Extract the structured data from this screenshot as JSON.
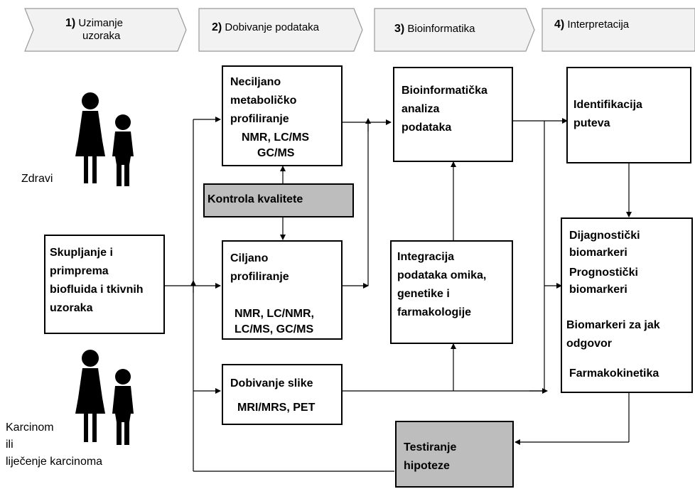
{
  "steps": [
    {
      "num": "1)",
      "label_line1": "Uzimanje",
      "label_line2": "uzoraka"
    },
    {
      "num": "2)",
      "label": "Dobivanje podataka"
    },
    {
      "num": "3)",
      "label": "Bioinformatika"
    },
    {
      "num": "4)",
      "label": "Interpretacija"
    }
  ],
  "boxes": {
    "collection": [
      "Skupljanje i",
      "primprema",
      "biofluida i tkivnih",
      "uzoraka"
    ],
    "untargeted": [
      "Neciljano",
      "metaboličko",
      "profiliranje"
    ],
    "untargeted_methods": [
      "NMR, LC/MS",
      "GC/MS"
    ],
    "quality": "Kontrola kvalitete",
    "targeted": [
      "Ciljano",
      "profiliranje"
    ],
    "targeted_methods": [
      "NMR, LC/NMR,",
      "LC/MS, GC/MS"
    ],
    "imaging": "Dobivanje slike",
    "imaging_methods": "MRI/MRS, PET",
    "bioinfo": [
      "Bioinformatička",
      "analiza",
      "podataka"
    ],
    "integration": [
      "Integracija",
      "podataka omika,",
      "genetike i",
      "farmakologije"
    ],
    "pathways": [
      "Identifikacija",
      "puteva"
    ],
    "biomarkers": [
      "Dijagnostički",
      "biomarkeri",
      "Prognostički",
      "biomarkeri"
    ],
    "response": [
      "Biomarkeri za jak",
      "odgovor"
    ],
    "pharmaco": "Farmakokinetika",
    "hypothesis": [
      "Testiranje",
      "hipoteze"
    ]
  },
  "groups": {
    "healthy": "Zdravi",
    "cancer": [
      "Karcinom",
      "ili",
      "liječenje karcinoma"
    ]
  },
  "colors": {
    "gray_box": "#bdbdbd",
    "chevron_fill": "#f2f2f2"
  }
}
